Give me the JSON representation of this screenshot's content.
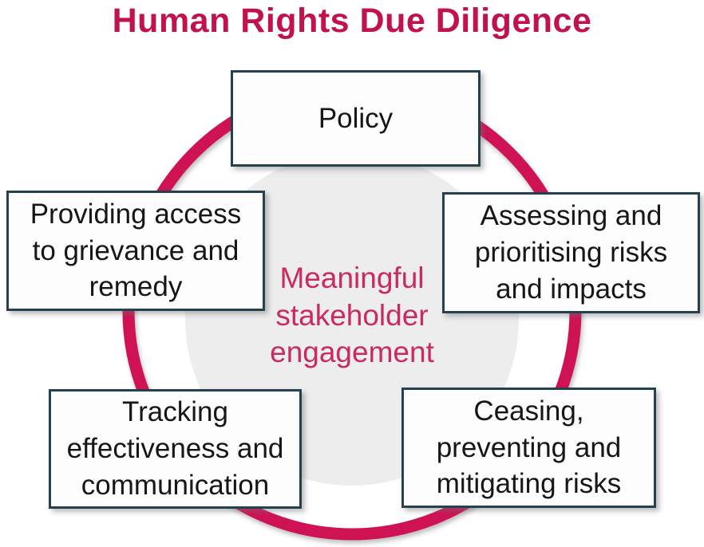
{
  "title": "Human Rights Due Diligence",
  "center": {
    "label": "Meaningful\nstakeholder\nengagement"
  },
  "nodes": {
    "policy": {
      "label": "Policy"
    },
    "assessing": {
      "label": "Assessing and\nprioritising risks\nand impacts"
    },
    "ceasing": {
      "label": "Ceasing,\npreventing and\nmitigating risks"
    },
    "tracking": {
      "label": "Tracking\neffectiveness and\ncommunication"
    },
    "grievance": {
      "label": "Providing access\nto grievance and\nremedy"
    }
  },
  "colors": {
    "title": "#c2124e",
    "ring": "#cf1254",
    "center_text": "#cb2a60",
    "box_border": "#25404e",
    "box_bg": "#fdfdfe",
    "box_text": "#161616",
    "inner_circle": "#ededed",
    "page_bg": "#ffffff"
  }
}
